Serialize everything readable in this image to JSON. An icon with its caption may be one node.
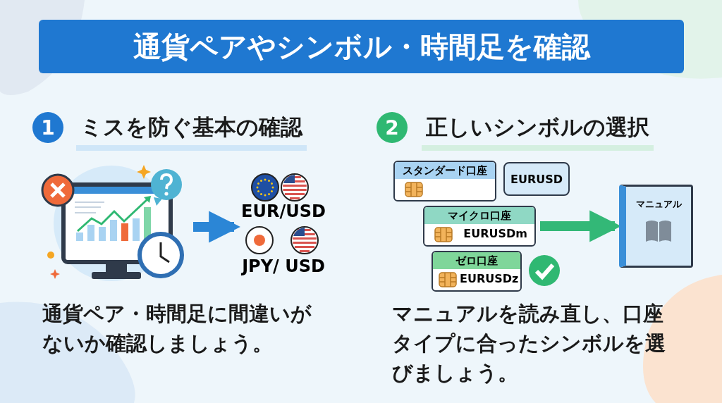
{
  "diagram": {
    "title": "通貨ペアやシンボル・時間足を確認",
    "nodes": [
      {
        "text": [],
        "shape": "picture"
      },
      {
        "text": [
          "EUR/USD",
          "JPY/ USD"
        ]
      },
      {
        "text": [
          "スタンダード口座"
        ]
      },
      {
        "text": [
          "EURUSD"
        ]
      },
      {
        "text": [
          "マイクロ口座",
          "EURUSDm"
        ]
      },
      {
        "text": [
          "ゼロ口座",
          "EURUSDz"
        ]
      },
      {
        "text": [
          "マニュアル"
        ]
      }
    ],
    "edges": [
      {
        "from": 0,
        "to": 1,
        "arrow": "to",
        "color": "#2b86d6"
      },
      {
        "from": 4,
        "to": 6,
        "arrow": "to",
        "color": "#33b877"
      }
    ],
    "labels": [
      "1",
      "ミスを防ぐ基本の確認",
      "2",
      "正しいシンボルの選択",
      "通貨ペア・時間足に間違いがないか確認しましょう。",
      "マニュアルを読み直し、口座タイプに合ったシンボルを選びましょう。"
    ]
  }
}
